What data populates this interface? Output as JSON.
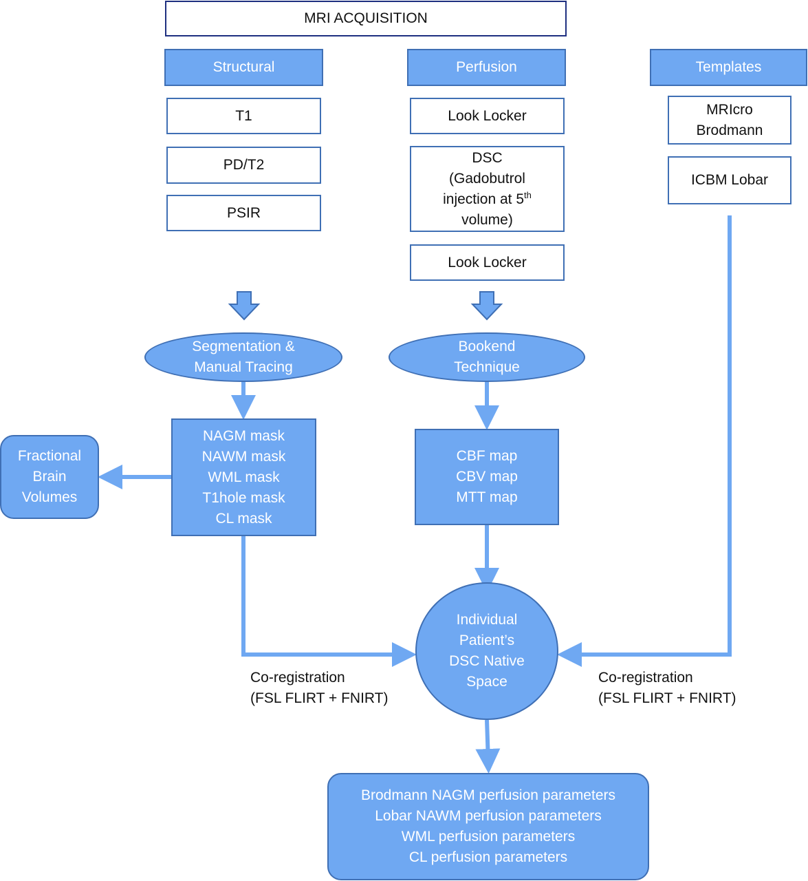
{
  "title": "MRI ACQUISITION",
  "columns": {
    "structural": {
      "header": "Structural",
      "items": [
        "T1",
        "PD/T2",
        "PSIR"
      ]
    },
    "perfusion": {
      "header": "Perfusion",
      "item1": "Look Locker",
      "dsc": {
        "line1": "DSC",
        "line2": "(Gadobutrol",
        "line3a": "injection at 5",
        "line3sup": "th",
        "line4": "volume)"
      },
      "item3": "Look Locker"
    },
    "templates": {
      "header": "Templates",
      "item1_line1": "MRIcro",
      "item1_line2": "Brodmann",
      "item2": "ICBM Lobar"
    }
  },
  "processes": {
    "segmentation": [
      "Segmentation &",
      "Manual Tracing"
    ],
    "bookend": [
      "Bookend",
      "Technique"
    ]
  },
  "masks": [
    "NAGM mask",
    "NAWM mask",
    "WML mask",
    "T1hole mask",
    "CL mask"
  ],
  "maps": [
    "CBF map",
    "CBV map",
    "MTT map"
  ],
  "fractional": [
    "Fractional",
    "Brain",
    "Volumes"
  ],
  "native_space": [
    "Individual",
    "Patient’s",
    "DSC Native",
    "Space"
  ],
  "coreg_left": [
    "Co-registration",
    "(FSL FLIRT + FNIRT)"
  ],
  "coreg_right": [
    "Co-registration",
    "(FSL FLIRT + FNIRT)"
  ],
  "outputs": [
    "Brodmann NAGM perfusion parameters",
    "Lobar NAWM perfusion parameters",
    "WML perfusion parameters",
    "CL perfusion parameters"
  ],
  "colors": {
    "fill": "#6fa8f2",
    "border": "#3f6fb4",
    "title_border": "#1e2f80",
    "connector": "#6fa8f2"
  }
}
